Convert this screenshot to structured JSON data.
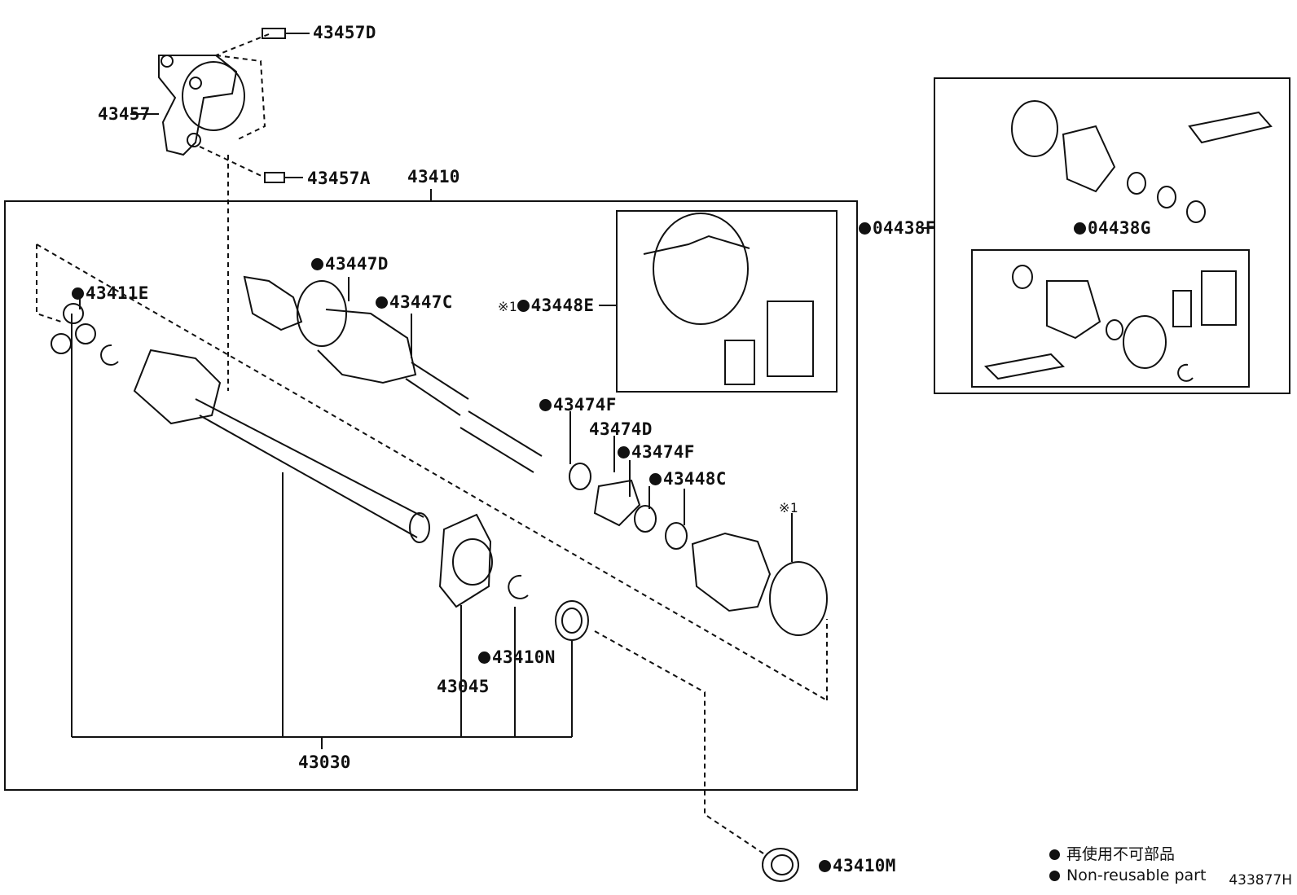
{
  "labels": {
    "p43457D": "43457D",
    "p43457": "43457",
    "p43457A": "43457A",
    "p43410": "43410",
    "p43447D": "43447D",
    "p43447C": "43447C",
    "p43448E": "43448E",
    "p43411E": "43411E",
    "p43474F_1": "43474F",
    "p43474D": "43474D",
    "p43474F_2": "43474F",
    "p43448C": "43448C",
    "p43410N": "43410N",
    "p43045": "43045",
    "p43030": "43030",
    "p04438F": "04438F",
    "p04438G": "04438G",
    "p43410M": "43410M"
  },
  "marks": {
    "note1": "※1",
    "note1_boot": "※1"
  },
  "legend": {
    "jp": "再使用不可部品",
    "en": "Non-reusable part"
  },
  "diagram_code": "433877H"
}
